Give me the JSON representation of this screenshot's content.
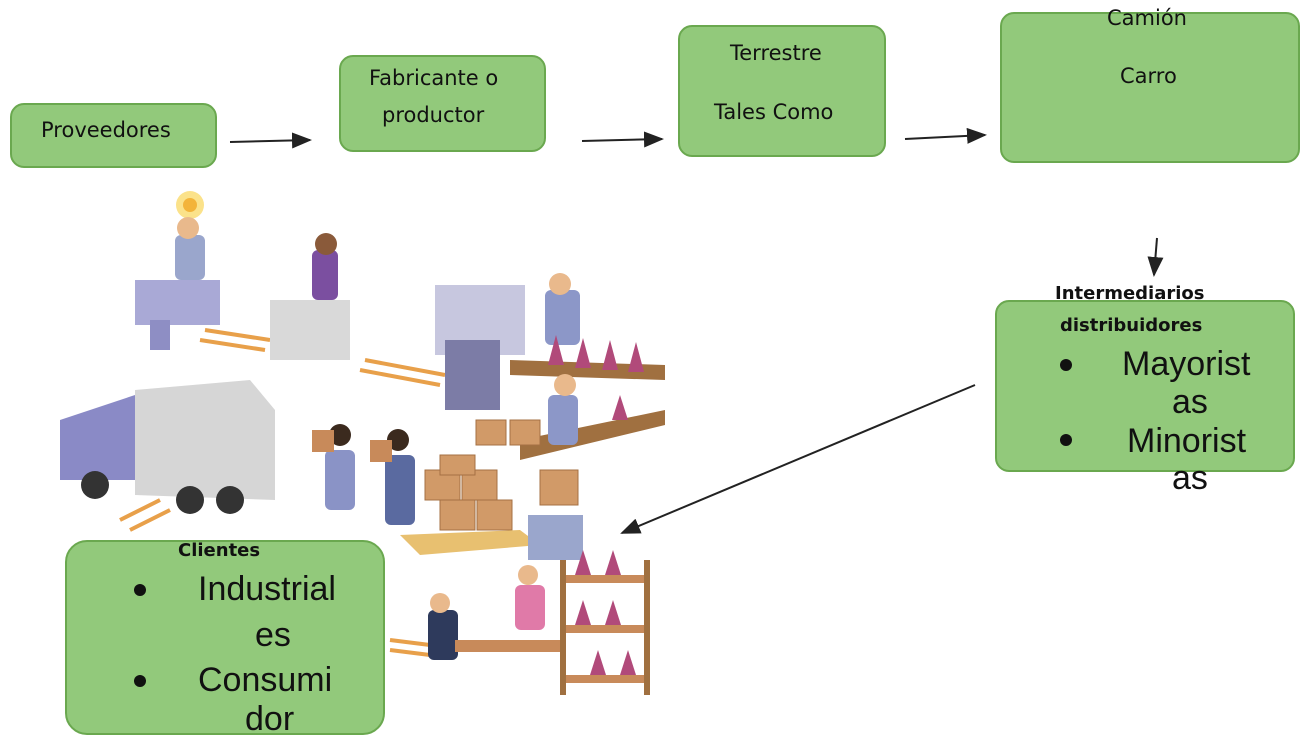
{
  "flow": {
    "proveedores": "Proveedores",
    "fabricante_1": "Fabricante o",
    "fabricante_2": "productor",
    "terrestre": "Terrestre",
    "tales_como": "Tales Como",
    "camion": "Camión",
    "carro": "Carro",
    "intermediarios_1": "Intermediarios",
    "intermediarios_2": "distribuidores",
    "mayoristas_1": "Mayorist",
    "mayoristas_2": "as",
    "minoristas_1": "Minorist",
    "minoristas_2": "as",
    "clientes": "Clientes",
    "industriales_1": "Industrial",
    "industriales_2": "es",
    "consumidor_1": "Consumi",
    "consumidor_2": "dor"
  },
  "colors": {
    "box_fill": "#92c97b",
    "box_border": "#6aa84f",
    "arrow": "#222222"
  },
  "illustration": {
    "description_icon": "factory-supply-chain-illustration"
  }
}
